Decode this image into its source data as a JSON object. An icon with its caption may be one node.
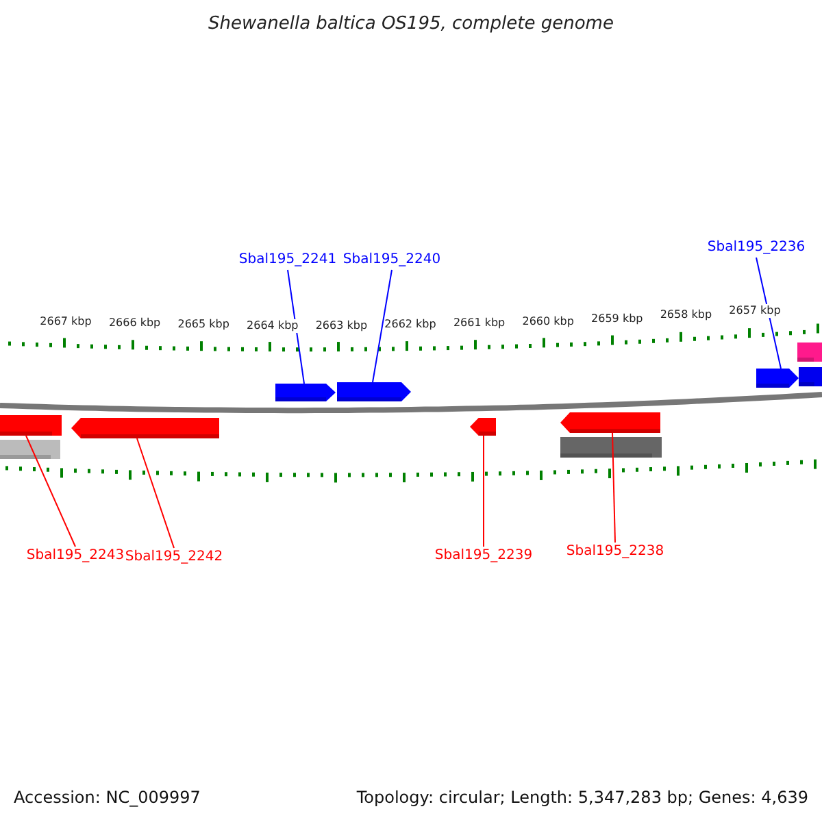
{
  "diagram": {
    "title": "Shewanella baltica OS195, complete genome",
    "nodes": [
      {
        "text": [
          "Sbal195_2241"
        ]
      },
      {
        "text": [
          "Sbal195_2240"
        ]
      },
      {
        "text": [
          "Sbal195_2236"
        ]
      },
      {
        "text": [
          "Sbal195_2243"
        ]
      },
      {
        "text": [
          "Sbal195_2242"
        ]
      },
      {
        "text": [
          "Sbal195_2239"
        ]
      },
      {
        "text": [
          "Sbal195_2238"
        ]
      },
      {
        "text": [],
        "shape": "bar"
      },
      {
        "text": [],
        "shape": "bar"
      },
      {
        "text": [],
        "shape": "bar"
      },
      {
        "text": [],
        "shape": "bar"
      },
      {
        "text": [],
        "shape": "bar"
      },
      {
        "text": [],
        "shape": "bar"
      },
      {
        "text": [],
        "shape": "bar"
      },
      {
        "text": [],
        "shape": "bar"
      },
      {
        "text": [],
        "shape": "bar"
      },
      {
        "text": [],
        "shape": "bar"
      },
      {
        "text": [],
        "shape": "bar"
      }
    ],
    "edges": [
      {
        "from": 0,
        "to": 7,
        "arrow": "none",
        "color": "#0000ff"
      },
      {
        "from": 1,
        "to": 8,
        "arrow": "none",
        "color": "#0000ff"
      },
      {
        "from": 2,
        "to": 9,
        "arrow": "none",
        "color": "#0000ff"
      },
      {
        "from": 3,
        "to": 10,
        "arrow": "none"
      },
      {
        "from": 4,
        "to": 11,
        "arrow": "none"
      },
      {
        "from": 5,
        "to": 12,
        "arrow": "none"
      },
      {
        "from": 6,
        "to": 13,
        "arrow": "none"
      }
    ],
    "labels": [
      "2667 kbp",
      "2666 kbp",
      "2665 kbp",
      "2664 kbp",
      "2663 kbp",
      "2662 kbp",
      "2661 kbp",
      "2660 kbp",
      "2659 kbp",
      "2658 kbp",
      "2657 kbp",
      "Accession: NC_009997",
      "Topology: circular; Length: 5,347,283 bp; Genes: 4,639"
    ]
  }
}
